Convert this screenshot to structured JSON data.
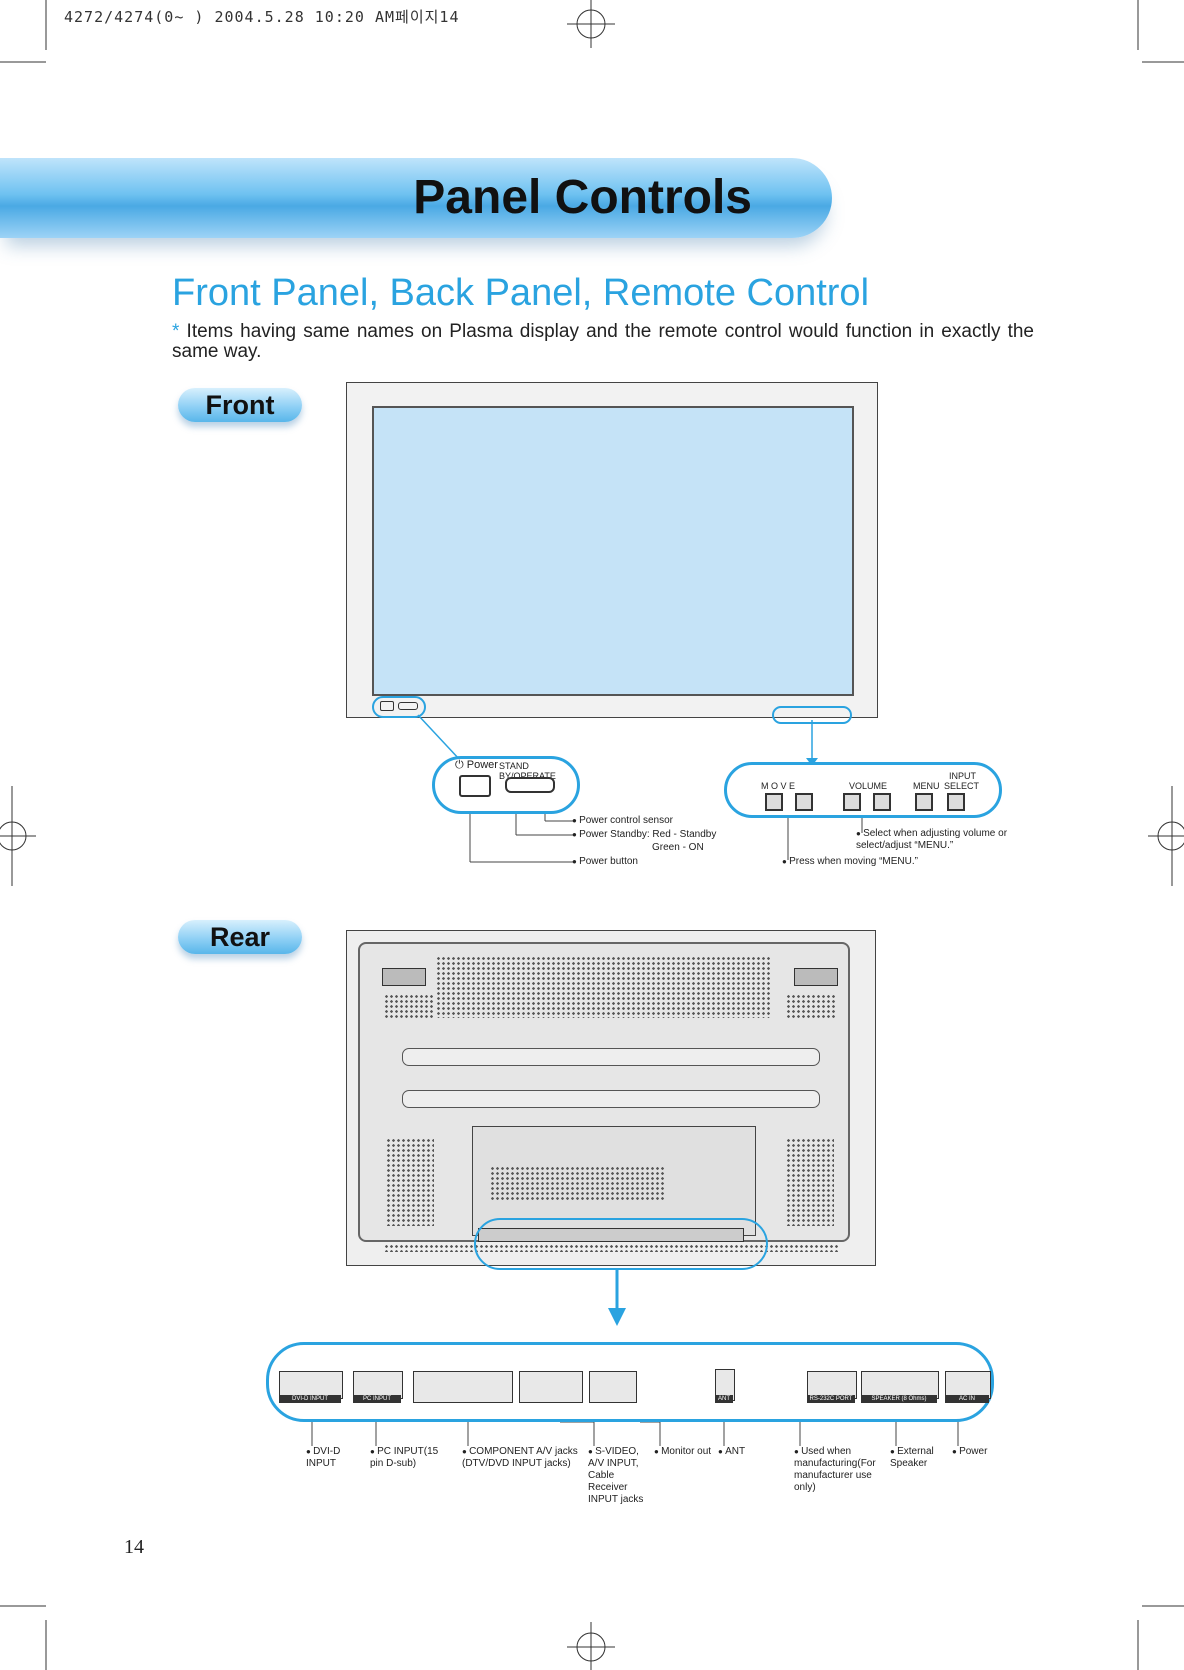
{
  "print_header": "4272/4274(0~ ) 2004.5.28 10:20 AM페이지14",
  "page_title": "Panel Controls",
  "section_title": "Front Panel, Back Panel, Remote Control",
  "note": {
    "bullet": "*",
    "text": "Items having same names on Plasma display and the remote control would function in exactly the same way."
  },
  "front": {
    "label": "Front",
    "power_label": "Power",
    "standby_label": "STAND BY/OPERATE",
    "callouts": {
      "sensor": "Power control sensor",
      "standby": "Power Standby: Red - Standby",
      "standby_green": "Green - ON",
      "power_button": "Power button"
    },
    "controls": {
      "move": "M O V E",
      "volume": "VOLUME",
      "menu": "MENU",
      "input": "INPUT",
      "select": "SELECT"
    },
    "control_notes": {
      "select": "Select when adjusting volume or select/adjust “MENU.”",
      "move": "Press when moving “MENU.”"
    }
  },
  "rear": {
    "label": "Rear",
    "connector_labels": {
      "dvi": "DVI-D INPUT",
      "pc": "PC INPUT",
      "ant": "ANT",
      "rs232": "RS-232C PORT",
      "speaker": "SPEAKER (8 Ohms)",
      "ac": "AC IN"
    },
    "callouts": {
      "dvi": "DVI-D INPUT",
      "pc": "PC INPUT(15 pin D-sub)",
      "component": "COMPONENT A/V jacks (DTV/DVD INPUT jacks)",
      "svideo": "S-VIDEO, A/V INPUT, Cable Receiver INPUT jacks",
      "monitor": "Monitor out",
      "ant": "ANT",
      "manufacturing": "Used when manufacturing(For manufacturer use only)",
      "speaker": "External Speaker",
      "power": "Power"
    }
  },
  "page_number": "14",
  "colors": {
    "accent": "#2aa3e0",
    "screen": "#c5e3f7"
  }
}
